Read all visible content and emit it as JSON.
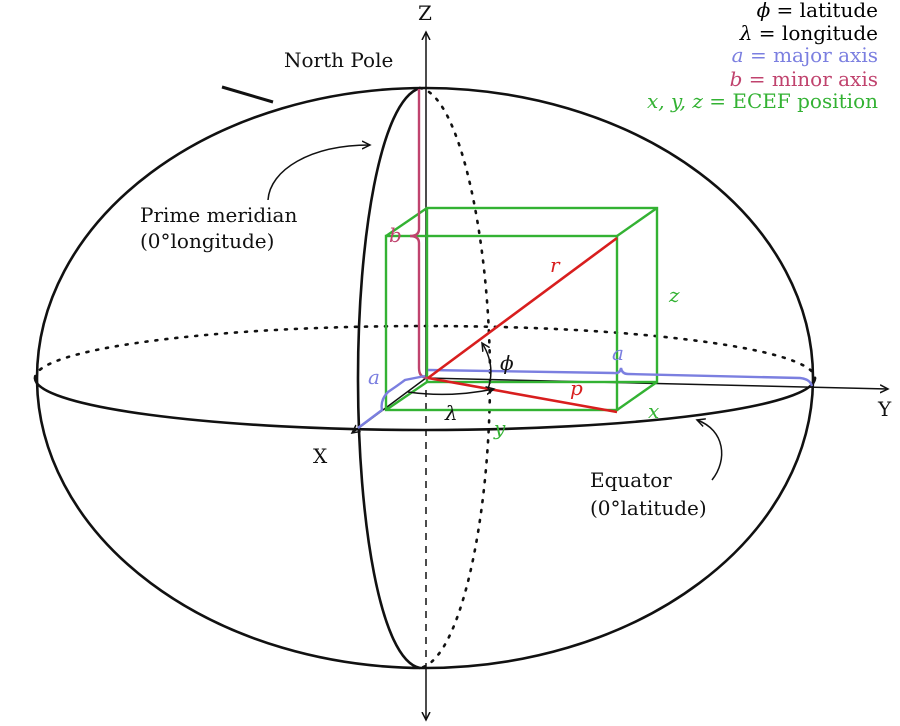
{
  "legend": [
    {
      "symbol": "ϕ",
      "text": " = latitude",
      "color": "#111111"
    },
    {
      "symbol": "λ",
      "text": " = longitude",
      "color": "#111111"
    },
    {
      "symbol": "a",
      "text": " = major axis",
      "color": "#7b7fe0"
    },
    {
      "symbol": "b",
      "text": " = minor axis",
      "color": "#c0436e"
    },
    {
      "symbol": "x, y, z",
      "text": " = ECEF position",
      "color": "#33b233"
    }
  ],
  "labels": {
    "axis_z": "Z",
    "axis_y": "Y",
    "axis_x": "X",
    "north_pole": "North Pole",
    "prime_meridian_line1": "Prime meridian",
    "prime_meridian_line2": "(0°longitude)",
    "equator_line1": "Equator",
    "equator_line2": "(0°latitude)",
    "r": "r",
    "p": "p",
    "phi": "ϕ",
    "lambda": "λ",
    "a_left": "a",
    "a_right": "a",
    "b": "b",
    "x": "x",
    "y": "y",
    "z": "z"
  },
  "colors": {
    "black": "#111111",
    "major_axis": "#7b7fe0",
    "minor_axis": "#c0436e",
    "ecef": "#33b233",
    "radius": "#d81e1e"
  }
}
